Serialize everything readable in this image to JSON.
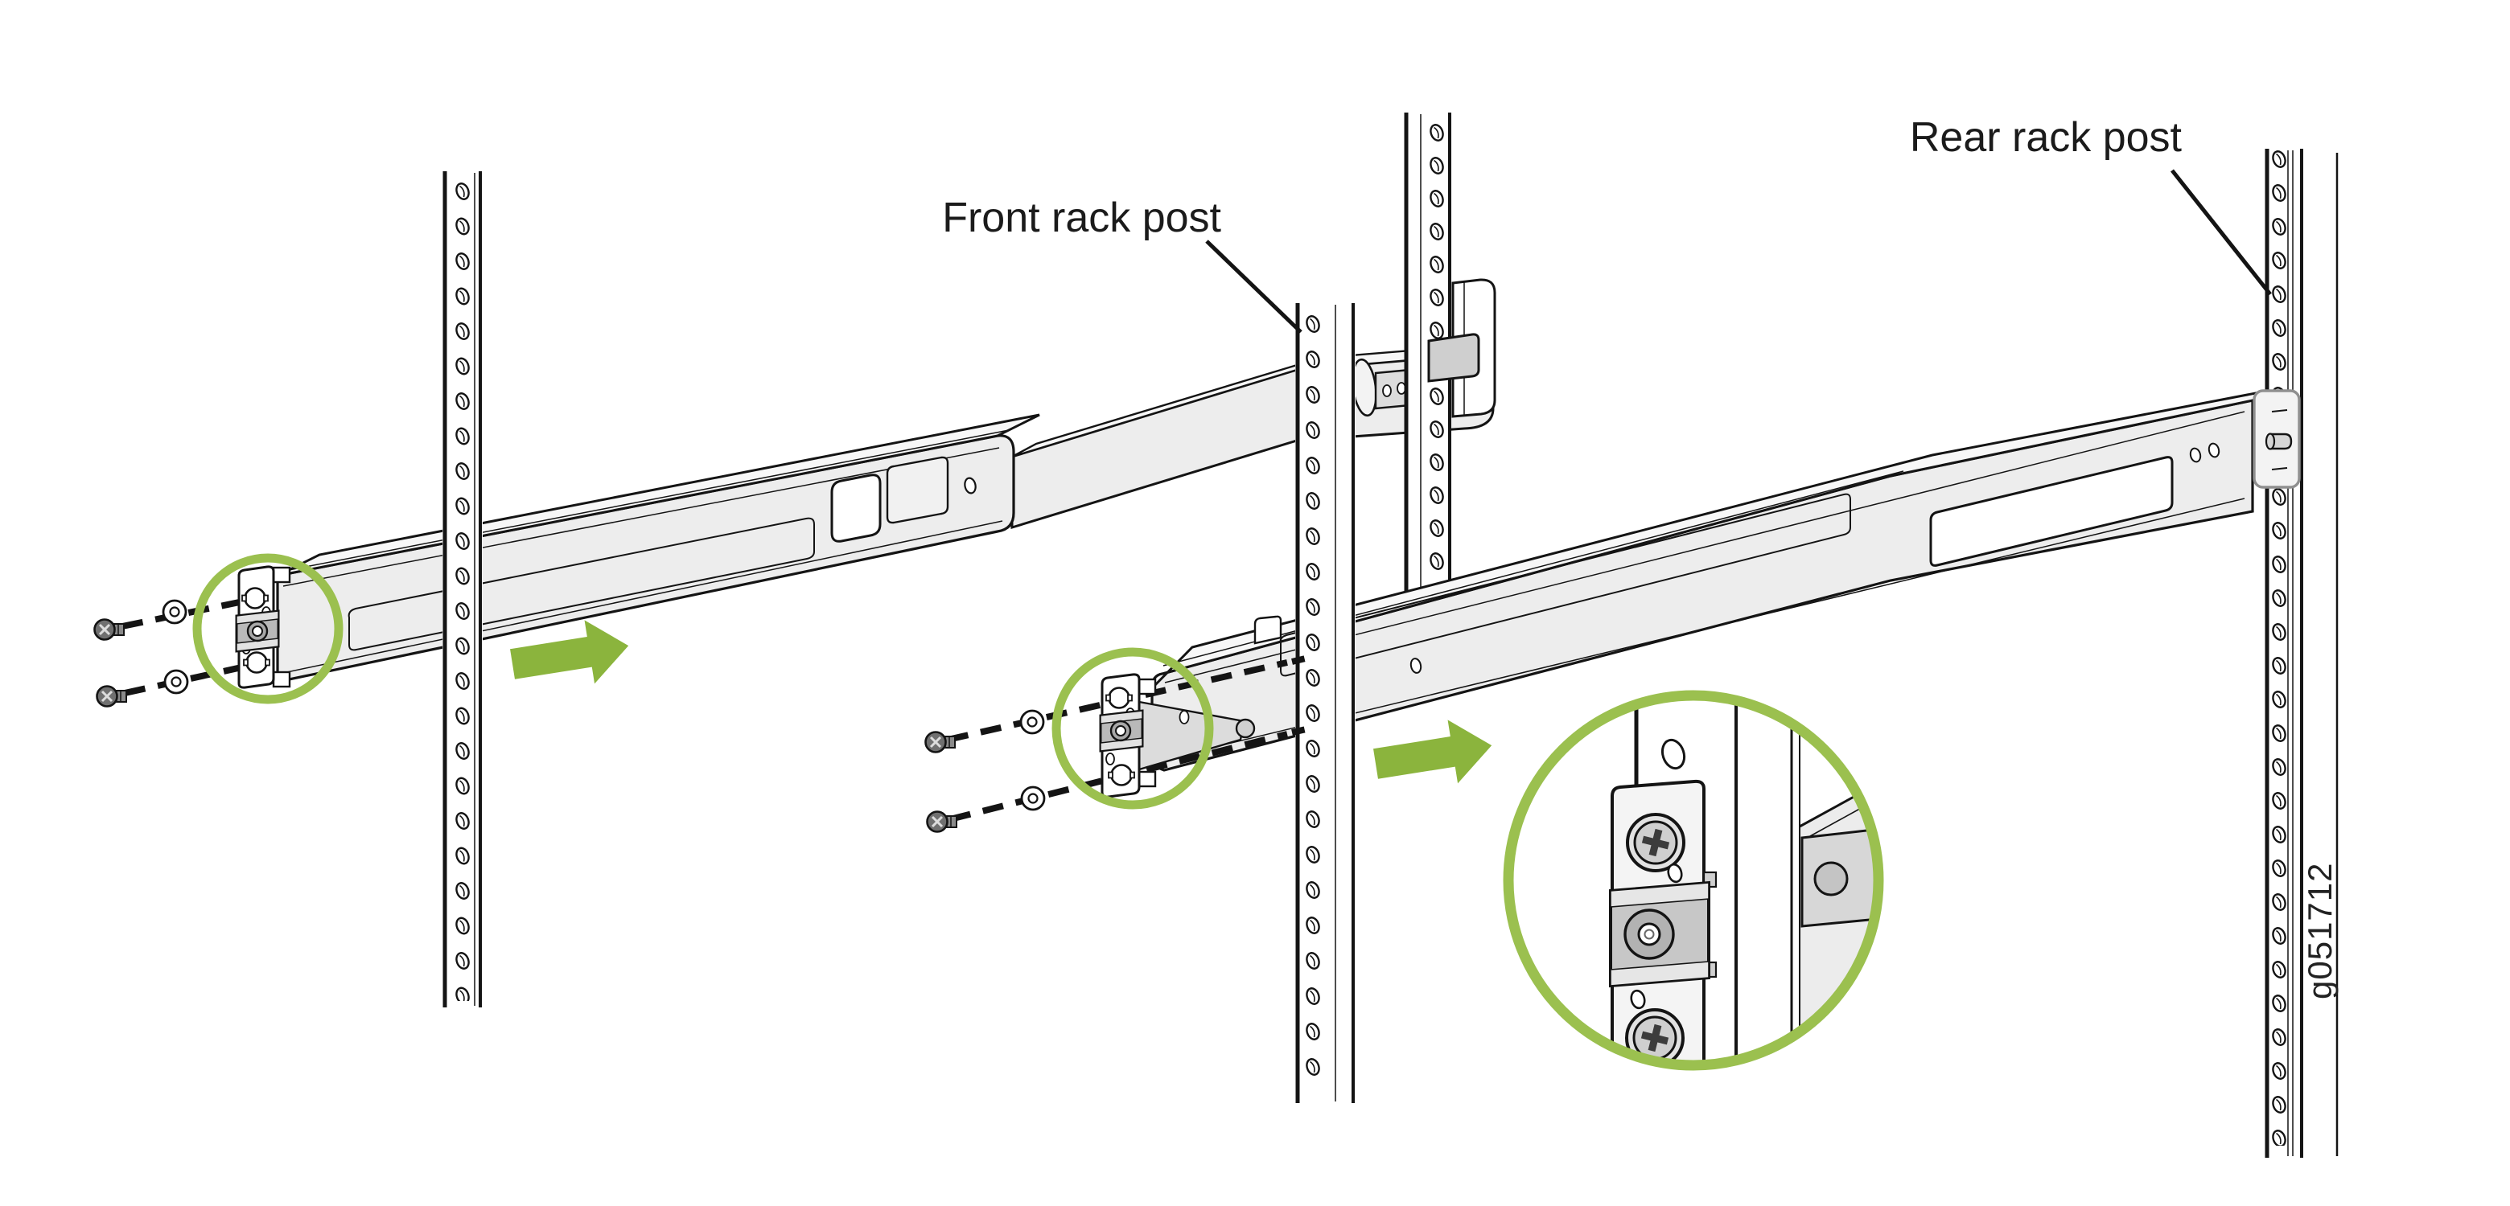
{
  "figure": {
    "title": "Rack rail installation diagram",
    "front_post_label": "Front rack post",
    "rear_post_label": "Rear rack post",
    "figure_id": "g051712"
  },
  "icons": {
    "direction_arrow": "arrow-right",
    "detail_highlight": "magnifier-circle"
  },
  "colors": {
    "arrow_green": "#8BB43D",
    "ring_green": "#9BC04F",
    "line_ink": "#141414",
    "rail_fill": "#ededed",
    "rail_top_fill": "#f7f7f7",
    "hardware_gray": "#cfcfcf"
  }
}
